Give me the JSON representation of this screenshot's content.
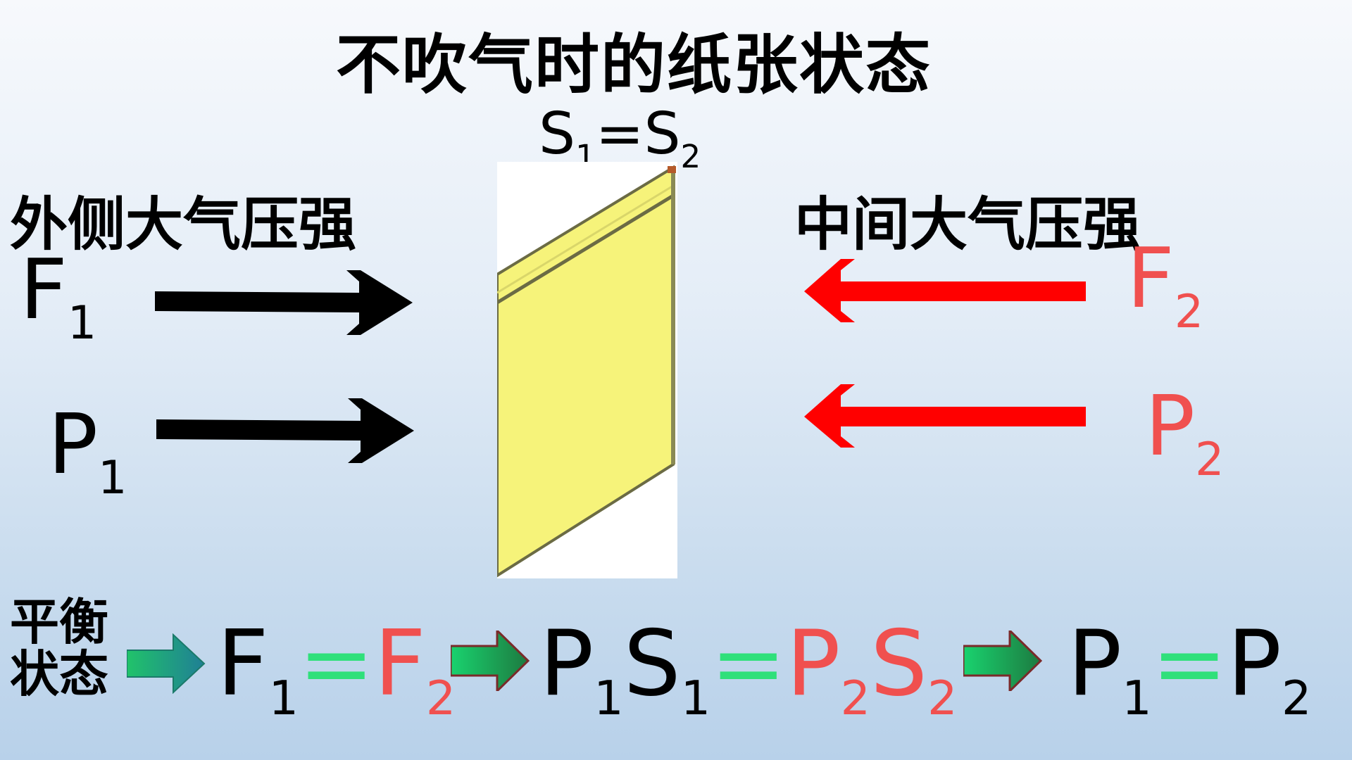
{
  "title": "不吹气时的纸张状态",
  "area_eq": {
    "s": "S",
    "one": "1",
    "eq": "=",
    "two": "2"
  },
  "labels": {
    "left": "外侧大气压强",
    "right": "中间大气压强"
  },
  "forces": {
    "F1": {
      "letter": "F",
      "sub": "1"
    },
    "P1": {
      "letter": "P",
      "sub": "1"
    },
    "F2": {
      "letter": "F",
      "sub": "2"
    },
    "P2": {
      "letter": "P",
      "sub": "2"
    }
  },
  "balance": {
    "line1": "平衡",
    "line2": "状态"
  },
  "equations": {
    "eq1": {
      "F": "F",
      "one": "1",
      "eq": "=",
      "two": "2"
    },
    "eq2": {
      "P": "P",
      "S": "S",
      "one": "1",
      "eq": "=",
      "two": "2"
    },
    "eq3": {
      "P": "P",
      "one": "1",
      "eq": "=",
      "two": "2"
    }
  },
  "colors": {
    "red": "#f0504f",
    "green_eq": "#2fe07a",
    "black_arrow": "#000000",
    "paper_fill": "#f5f37a",
    "teal_arrow": "#1fa37a"
  },
  "icons": {
    "black_arrows": "arrow-right-icon",
    "red_arrows": "arrow-left-icon",
    "flow_arrows": "flow-arrow-icon"
  }
}
